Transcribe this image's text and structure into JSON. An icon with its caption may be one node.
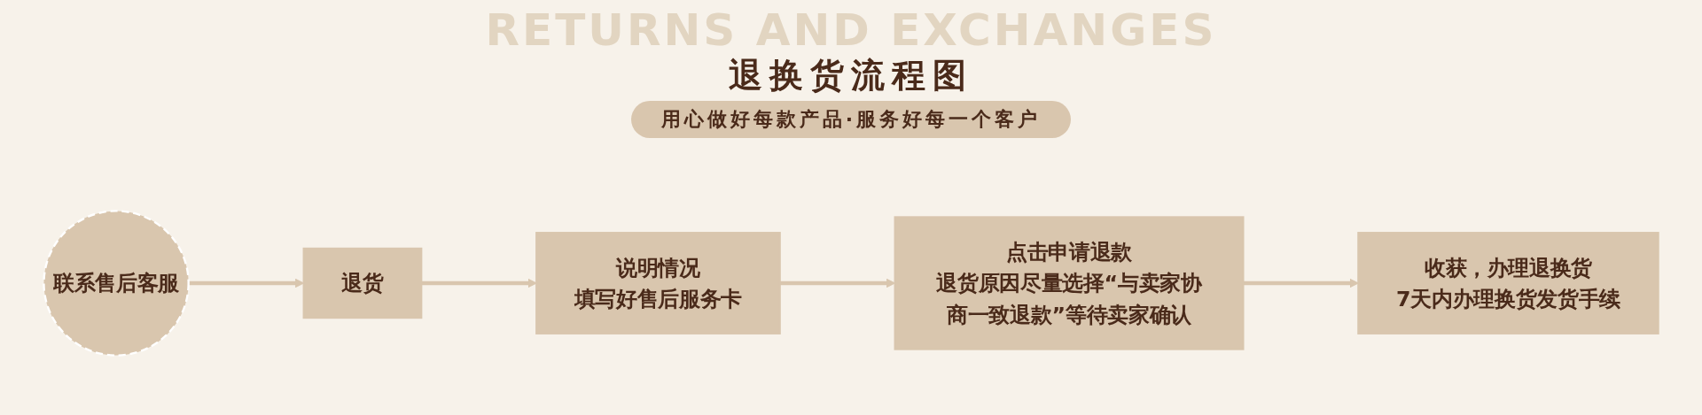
{
  "diagram": {
    "title": "退换货流程图",
    "nodes": [
      {
        "text": [
          "联系售后客服"
        ]
      },
      {
        "text": [
          "退货"
        ]
      },
      {
        "text": [
          "说明情况",
          "填写好售后服务卡"
        ]
      },
      {
        "text": [
          "点击申请退款",
          "退货原因尽量选择“与卖家协商一致退款”等待卖家确认"
        ]
      },
      {
        "text": [
          "收获，办理退换货",
          "7天内办理换货发货手续"
        ]
      }
    ],
    "edges": [
      {
        "from": 0,
        "to": 1,
        "arrow": "to"
      },
      {
        "from": 1,
        "to": 2,
        "arrow": "to"
      },
      {
        "from": 2,
        "to": 3,
        "arrow": "to"
      },
      {
        "from": 3,
        "to": 4,
        "arrow": "to"
      }
    ],
    "labels": [
      "RETURNS AND EXCHANGES",
      "用心做好每款产品·服务好每一个客户"
    ]
  }
}
